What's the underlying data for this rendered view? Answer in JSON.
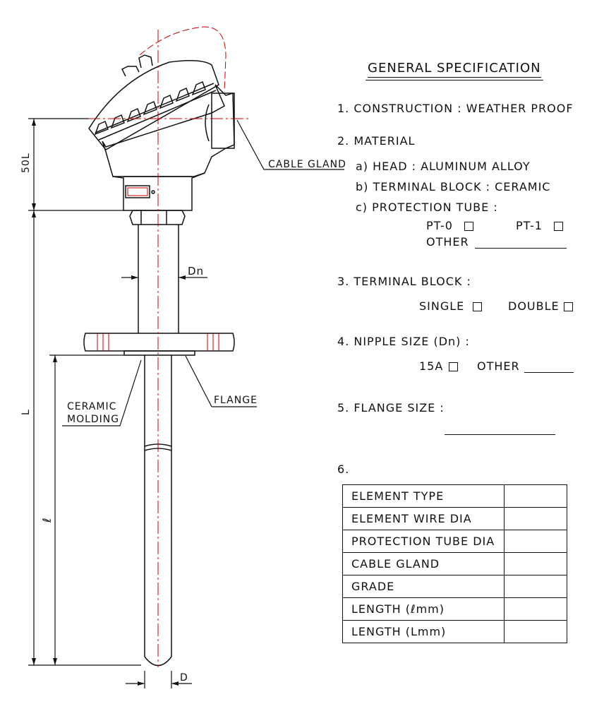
{
  "title": "GENERAL SPECIFICATION",
  "spec": {
    "item1": "1. CONSTRUCTION : WEATHER PROOF",
    "item2": "2. MATERIAL",
    "item2a": "a) HEAD : ALUMINUM ALLOY",
    "item2b": "b) TERMINAL BLOCK : CERAMIC",
    "item2c": "c) PROTECTION TUBE :",
    "pt0": "PT-0",
    "pt1": "PT-1",
    "other": "OTHER",
    "item3": "3. TERMINAL BLOCK :",
    "single": "SINGLE",
    "double": "DOUBLE",
    "item4": "4. NIPPLE SIZE (Dn) :",
    "size15a": "15A",
    "other2": "OTHER",
    "item5": "5. FLANGE SIZE :",
    "item6": "6."
  },
  "table_rows": [
    "ELEMENT TYPE",
    "ELEMENT WIRE DIA",
    "PROTECTION TUBE DIA",
    "CABLE GLAND",
    "GRADE",
    "LENGTH   (ℓmm)",
    "LENGTH   (Lmm)"
  ],
  "drawing": {
    "cable_gland": "CABLE GLAND",
    "dim_50l": "50L",
    "dn": "Dn",
    "dim_l": "L",
    "dim_lambda": "ℓ",
    "ceramic": "CERAMIC",
    "molding": "MOLDING",
    "flange": "FLANGE",
    "d": "D"
  },
  "colors": {
    "line": "#111111",
    "centerline": "#cc0000"
  }
}
